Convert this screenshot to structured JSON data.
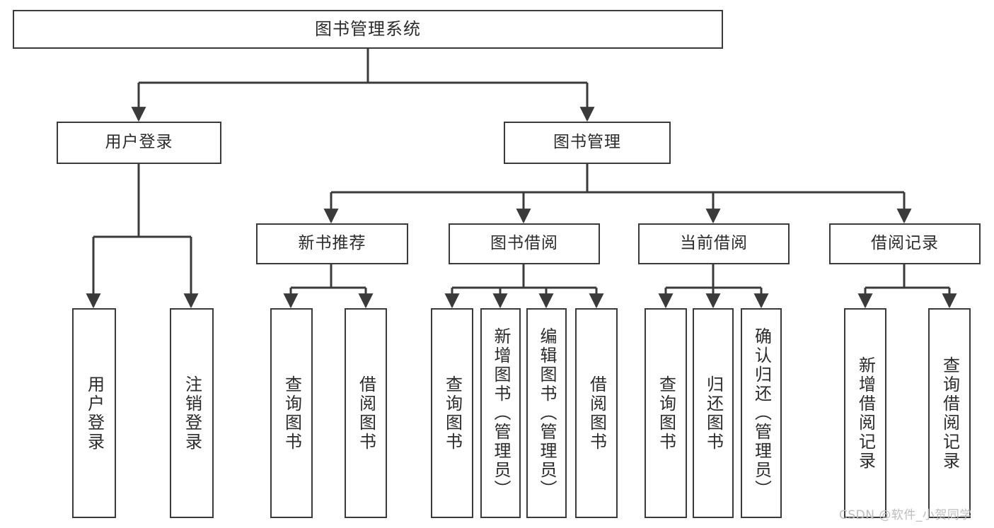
{
  "diagram": {
    "title": "图书管理系统",
    "type": "tree",
    "watermark": "CSDN @软件_小贺同学",
    "colors": {
      "background": "#ffffff",
      "box_border": "#3a3a3a",
      "box_fill": "#ffffff",
      "connector": "#3a3a3a",
      "text": "#2b2b2b",
      "watermark": "#bdbdbd"
    },
    "nodes": {
      "root": {
        "label": "图书管理系统"
      },
      "level2": [
        {
          "label": "用户登录"
        },
        {
          "label": "图书管理"
        }
      ],
      "level3": [
        {
          "label": "新书推荐"
        },
        {
          "label": "图书借阅"
        },
        {
          "label": "当前借阅"
        },
        {
          "label": "借阅记录"
        }
      ],
      "leaves": {
        "user_login": [
          {
            "label": "用户登录"
          },
          {
            "label": "注销登录"
          }
        ],
        "new_book_recommend": [
          {
            "label": "查询图书"
          },
          {
            "label": "借阅图书"
          }
        ],
        "book_borrow": [
          {
            "label": "查询图书"
          },
          {
            "label": "新增图书（管理员）"
          },
          {
            "label": "编辑图书（管理员）"
          },
          {
            "label": "借阅图书"
          }
        ],
        "current_borrow": [
          {
            "label": "查询图书"
          },
          {
            "label": "归还图书"
          },
          {
            "label": "确认归还（管理员）"
          }
        ],
        "borrow_record": [
          {
            "label": "新增借阅记录"
          },
          {
            "label": "查询借阅记录"
          }
        ]
      }
    }
  }
}
